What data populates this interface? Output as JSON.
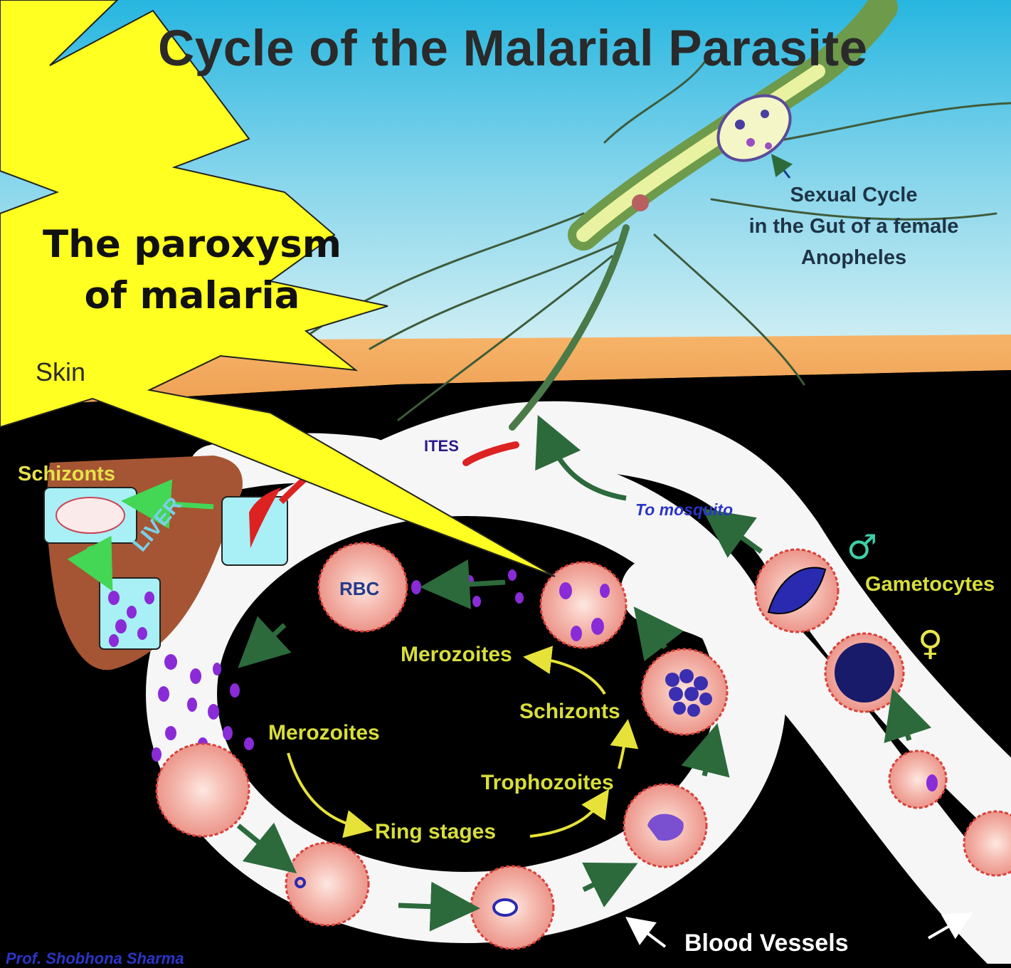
{
  "title": "Cycle of the Malarial Parasite",
  "callout": {
    "line1": "The paroxysm",
    "line2": "of malaria"
  },
  "mosquito_caption": {
    "line1": "Sexual Cycle",
    "line2": "in the Gut of a female",
    "line3": "Anopheles"
  },
  "layers": {
    "skin": "Skin"
  },
  "liver": {
    "schizonts": "Schizonts",
    "organ": "LIVER"
  },
  "sporozoites_partial": "ITES",
  "blood": {
    "rbc": "RBC",
    "to_mosquito": "To mosquito",
    "gametocytes": "Gametocytes",
    "male_symbol": "♂",
    "female_symbol": "♀",
    "vessels": "Blood Vessels"
  },
  "cycle": {
    "merozoites_top": "Merozoites",
    "schizonts": "Schizonts",
    "merozoites_left": "Merozoites",
    "trophozoites": "Trophozoites",
    "ring_stages": "Ring stages"
  },
  "credit": "Prof. Shobhona Sharma",
  "colors": {
    "sky_top": "#27b6e0",
    "sky_bottom": "#c9ecf3",
    "skin": "#f1a85c",
    "callout": "#ffff22",
    "liver": "#a55533",
    "cycle_text": "#d8de3a",
    "rbc_fill": "#f4b0a8",
    "rbc_rim": "#d8413a",
    "merozoite": "#8a2bd8"
  }
}
